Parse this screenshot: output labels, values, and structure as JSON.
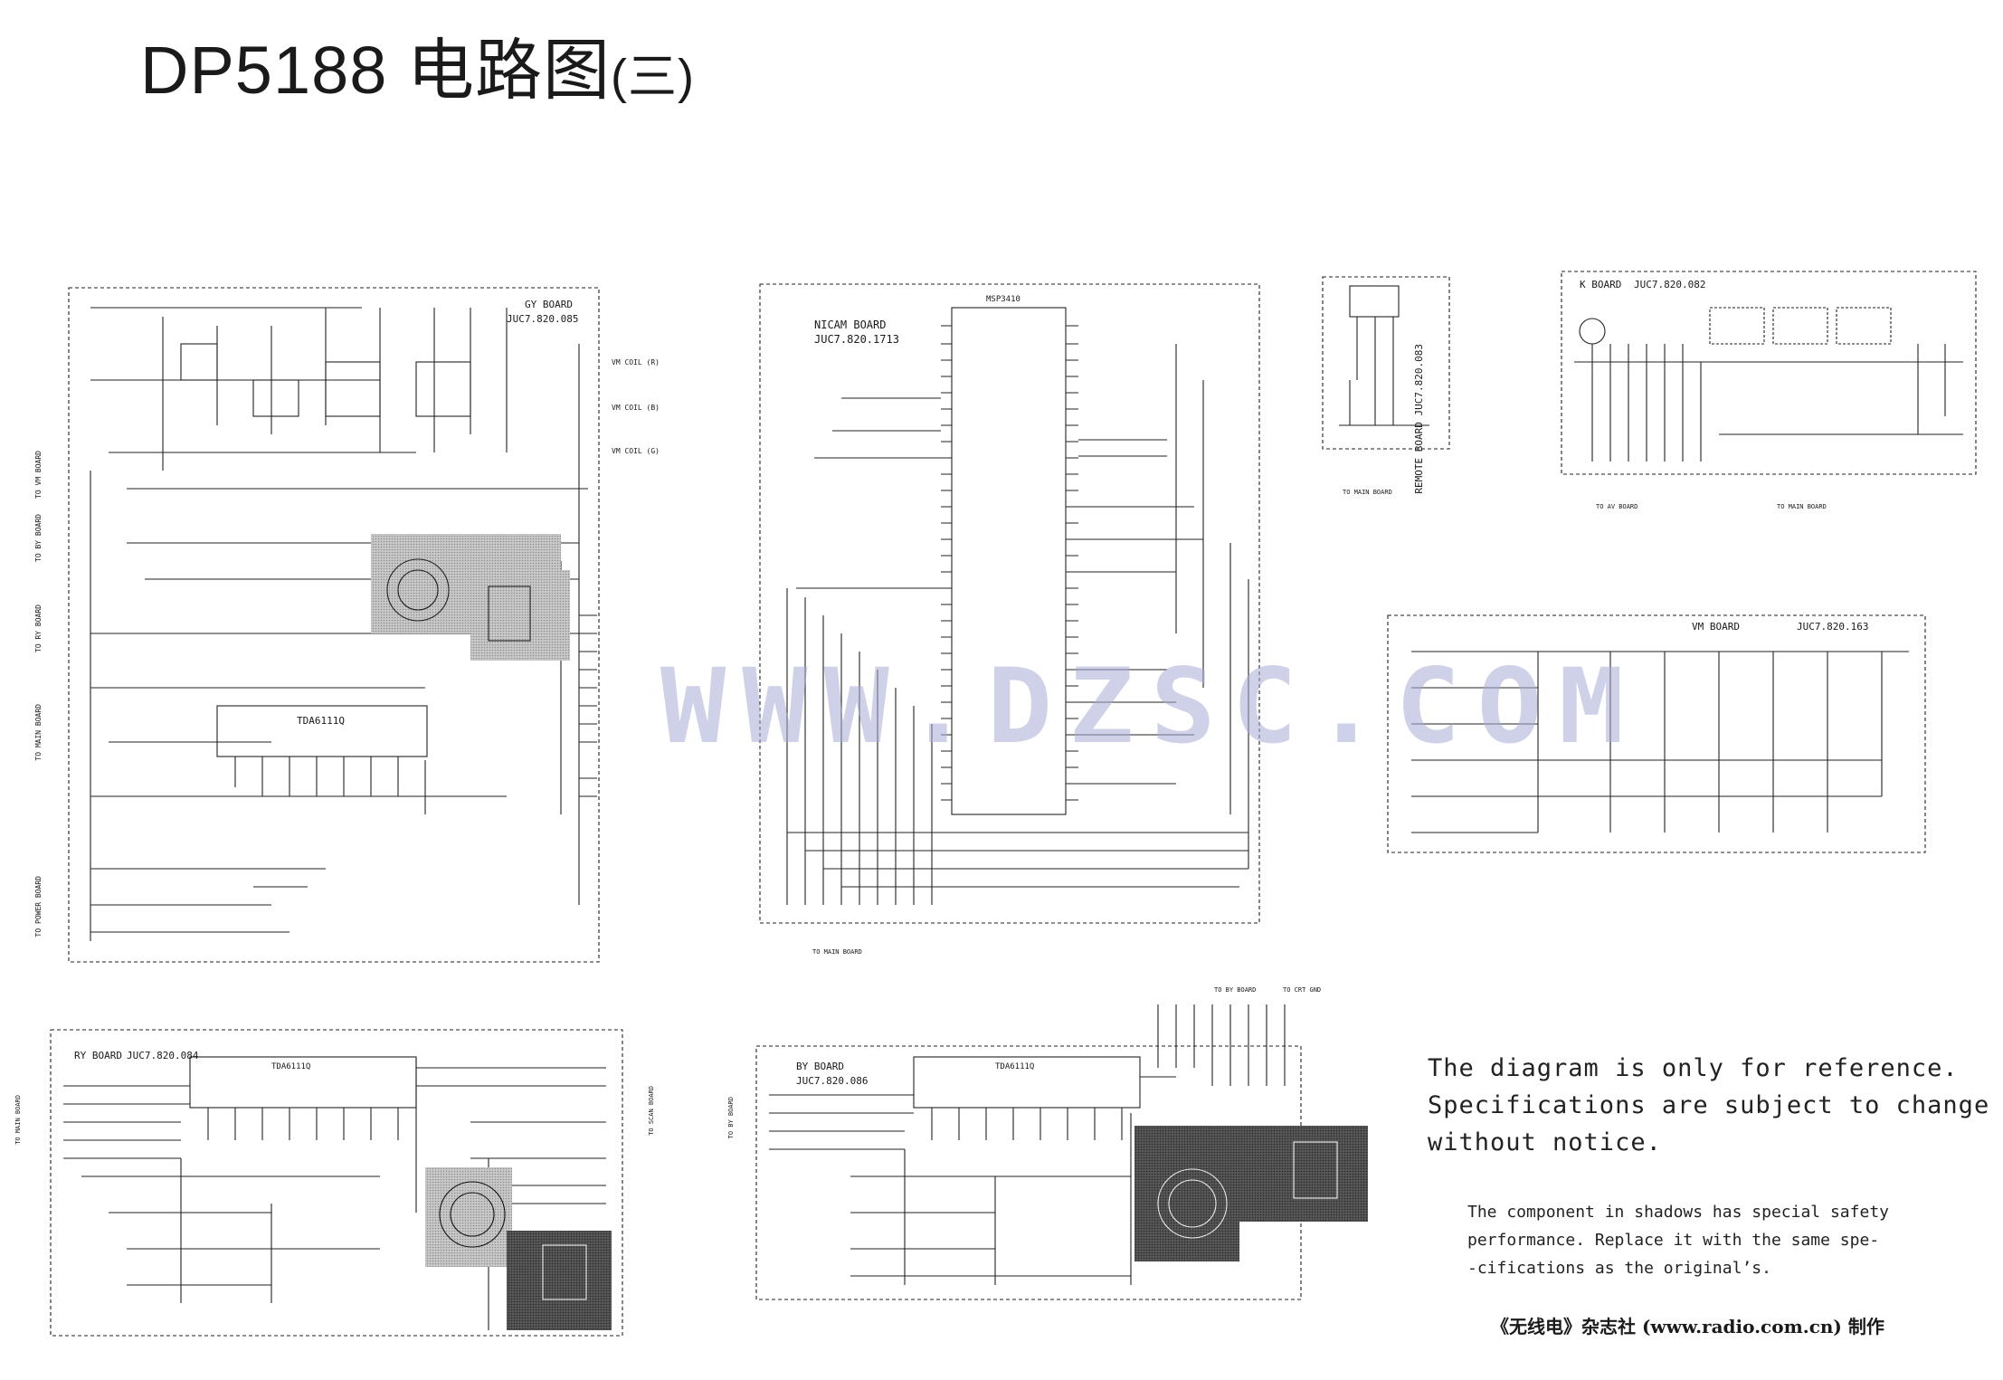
{
  "title": {
    "main": "DP5188 电路图",
    "paren": "(三)"
  },
  "boards": {
    "gy": {
      "name": "GY BOARD",
      "code": "JUC7.820.085"
    },
    "nicam": {
      "name": "NICAM BOARD",
      "code": "JUC7.820.1713"
    },
    "remote": {
      "name": "REMOTE BOARD",
      "code": "JUC7.820.083"
    },
    "k": {
      "name": "K BOARD",
      "code": "JUC7.820.082"
    },
    "vm": {
      "name": "VM BOARD",
      "code": "JUC7.820.163"
    },
    "ry": {
      "name": "RY BOARD",
      "code": "JUC7.820.084"
    },
    "by": {
      "name": "BY BOARD",
      "code": "JUC7.820.086"
    }
  },
  "connector_labels": {
    "to_vm_board": "TO VM BOARD",
    "to_by_board": "TO BY BOARD",
    "to_ry_board": "TO RY BOARD",
    "to_main_board": "TO MAIN BOARD",
    "to_power_board": "TO POWER BOARD",
    "to_av_board": "TO AV BOARD",
    "to_crt_gnd": "TO CRT GND",
    "vm_coil_1": "VM COIL (R)",
    "vm_coil_2": "VM COIL (B)",
    "vm_coil_3": "VM COIL (G)",
    "to_scan_board": "TO SCAN BOARD"
  },
  "chips": {
    "gy_amp": "TDA6111Q",
    "nicam_ic": "MSP3410",
    "ry_amp": "TDA6111Q",
    "by_amp": "TDA6111Q"
  },
  "notice": {
    "line1": "The diagram is only for reference.",
    "line2": "Specifications are subject to change",
    "line3": "without notice."
  },
  "safety": {
    "line1": "The component in shadows has special safety",
    "line2": "performance. Replace it with the same spe-",
    "line3": "-cifications  as the original’s."
  },
  "credit": "《无线电》杂志社 (www.radio.com.cn) 制作",
  "watermark": "WWW.DZSC.COM"
}
